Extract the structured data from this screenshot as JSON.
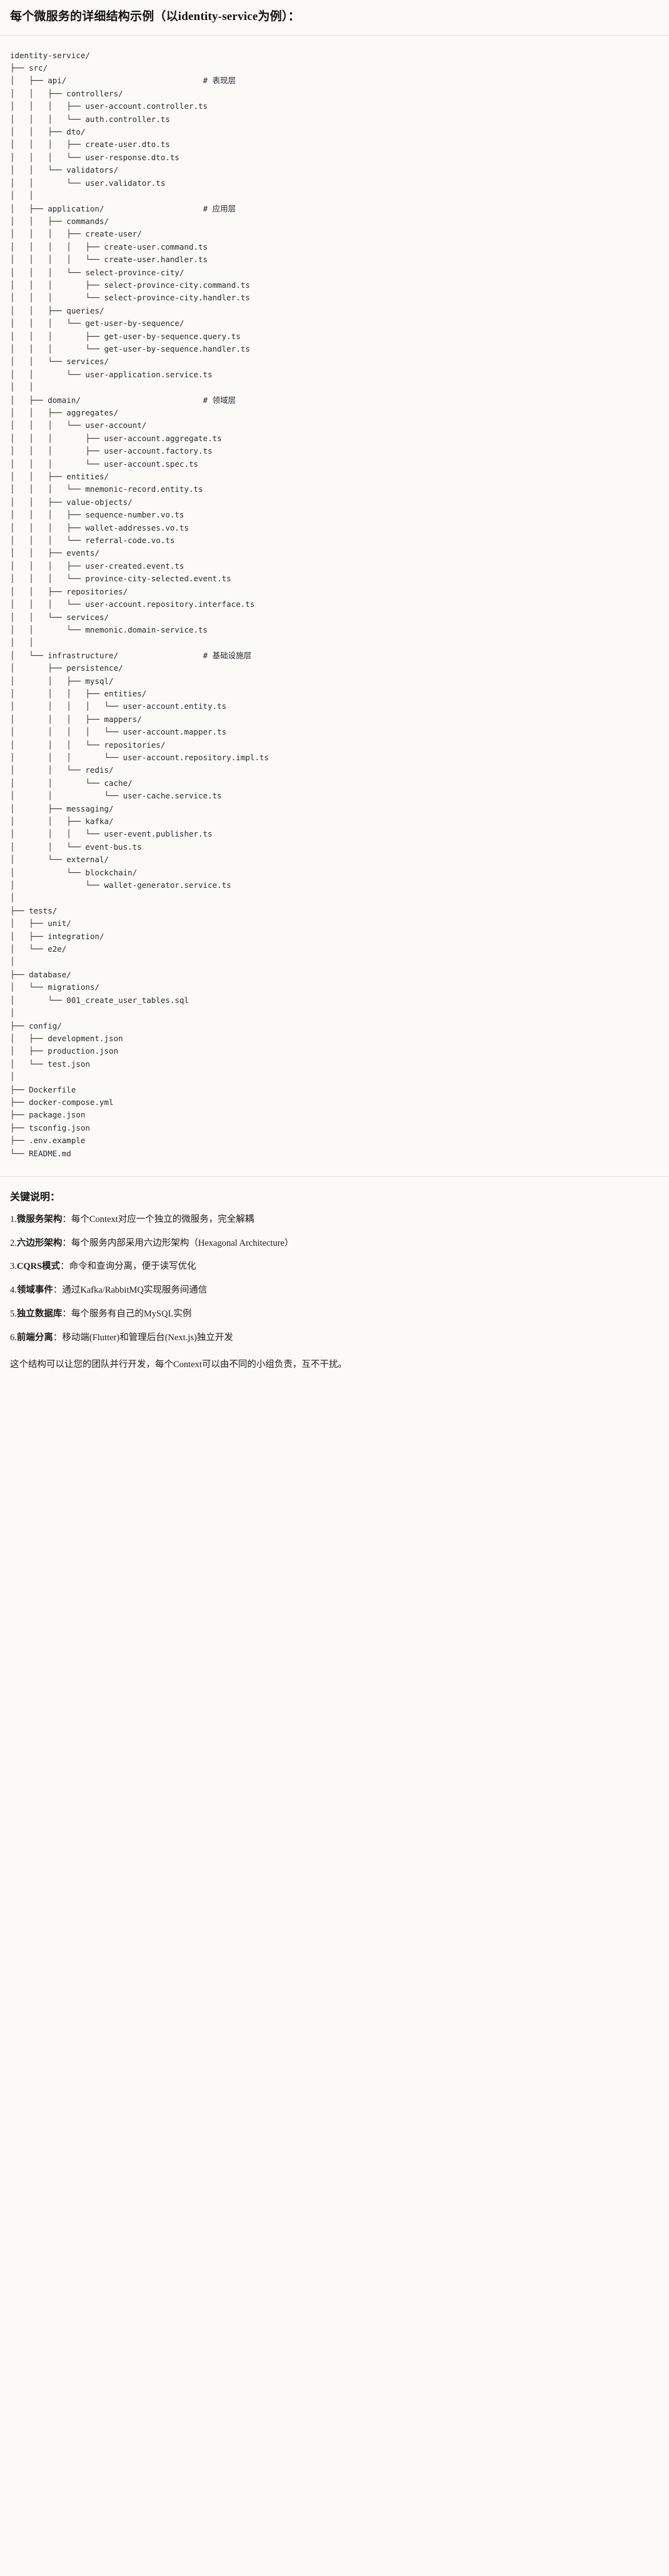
{
  "header": {
    "title": "每个微服务的详细结构示例（以identity-service为例）："
  },
  "tree": {
    "lines": [
      {
        "text": "identity-service/",
        "comment": ""
      },
      {
        "text": "├── src/",
        "comment": ""
      },
      {
        "text": "│   ├── api/",
        "comment": "# 表现层"
      },
      {
        "text": "│   │   ├── controllers/",
        "comment": ""
      },
      {
        "text": "│   │   │   ├── user-account.controller.ts",
        "comment": ""
      },
      {
        "text": "│   │   │   └── auth.controller.ts",
        "comment": ""
      },
      {
        "text": "│   │   ├── dto/",
        "comment": ""
      },
      {
        "text": "│   │   │   ├── create-user.dto.ts",
        "comment": ""
      },
      {
        "text": "│   │   │   └── user-response.dto.ts",
        "comment": ""
      },
      {
        "text": "│   │   └── validators/",
        "comment": ""
      },
      {
        "text": "│   │       └── user.validator.ts",
        "comment": ""
      },
      {
        "text": "│   │",
        "comment": ""
      },
      {
        "text": "│   ├── application/",
        "comment": "# 应用层"
      },
      {
        "text": "│   │   ├── commands/",
        "comment": ""
      },
      {
        "text": "│   │   │   ├── create-user/",
        "comment": ""
      },
      {
        "text": "│   │   │   │   ├── create-user.command.ts",
        "comment": ""
      },
      {
        "text": "│   │   │   │   └── create-user.handler.ts",
        "comment": ""
      },
      {
        "text": "│   │   │   └── select-province-city/",
        "comment": ""
      },
      {
        "text": "│   │   │       ├── select-province-city.command.ts",
        "comment": ""
      },
      {
        "text": "│   │   │       └── select-province-city.handler.ts",
        "comment": ""
      },
      {
        "text": "│   │   ├── queries/",
        "comment": ""
      },
      {
        "text": "│   │   │   └── get-user-by-sequence/",
        "comment": ""
      },
      {
        "text": "│   │   │       ├── get-user-by-sequence.query.ts",
        "comment": ""
      },
      {
        "text": "│   │   │       └── get-user-by-sequence.handler.ts",
        "comment": ""
      },
      {
        "text": "│   │   └── services/",
        "comment": ""
      },
      {
        "text": "│   │       └── user-application.service.ts",
        "comment": ""
      },
      {
        "text": "│   │",
        "comment": ""
      },
      {
        "text": "│   ├── domain/",
        "comment": "# 领域层"
      },
      {
        "text": "│   │   ├── aggregates/",
        "comment": ""
      },
      {
        "text": "│   │   │   └── user-account/",
        "comment": ""
      },
      {
        "text": "│   │   │       ├── user-account.aggregate.ts",
        "comment": ""
      },
      {
        "text": "│   │   │       ├── user-account.factory.ts",
        "comment": ""
      },
      {
        "text": "│   │   │       └── user-account.spec.ts",
        "comment": ""
      },
      {
        "text": "│   │   ├── entities/",
        "comment": ""
      },
      {
        "text": "│   │   │   └── mnemonic-record.entity.ts",
        "comment": ""
      },
      {
        "text": "│   │   ├── value-objects/",
        "comment": ""
      },
      {
        "text": "│   │   │   ├── sequence-number.vo.ts",
        "comment": ""
      },
      {
        "text": "│   │   │   ├── wallet-addresses.vo.ts",
        "comment": ""
      },
      {
        "text": "│   │   │   └── referral-code.vo.ts",
        "comment": ""
      },
      {
        "text": "│   │   ├── events/",
        "comment": ""
      },
      {
        "text": "│   │   │   ├── user-created.event.ts",
        "comment": ""
      },
      {
        "text": "│   │   │   └── province-city-selected.event.ts",
        "comment": ""
      },
      {
        "text": "│   │   ├── repositories/",
        "comment": ""
      },
      {
        "text": "│   │   │   └── user-account.repository.interface.ts",
        "comment": ""
      },
      {
        "text": "│   │   └── services/",
        "comment": ""
      },
      {
        "text": "│   │       └── mnemonic.domain-service.ts",
        "comment": ""
      },
      {
        "text": "│   │",
        "comment": ""
      },
      {
        "text": "│   └── infrastructure/",
        "comment": "# 基础设施层"
      },
      {
        "text": "│       ├── persistence/",
        "comment": ""
      },
      {
        "text": "│       │   ├── mysql/",
        "comment": ""
      },
      {
        "text": "│       │   │   ├── entities/",
        "comment": ""
      },
      {
        "text": "│       │   │   │   └── user-account.entity.ts",
        "comment": ""
      },
      {
        "text": "│       │   │   ├── mappers/",
        "comment": ""
      },
      {
        "text": "│       │   │   │   └── user-account.mapper.ts",
        "comment": ""
      },
      {
        "text": "│       │   │   └── repositories/",
        "comment": ""
      },
      {
        "text": "│       │   │       └── user-account.repository.impl.ts",
        "comment": ""
      },
      {
        "text": "│       │   └── redis/",
        "comment": ""
      },
      {
        "text": "│       │       └── cache/",
        "comment": ""
      },
      {
        "text": "│       │           └── user-cache.service.ts",
        "comment": ""
      },
      {
        "text": "│       ├── messaging/",
        "comment": ""
      },
      {
        "text": "│       │   ├── kafka/",
        "comment": ""
      },
      {
        "text": "│       │   │   └── user-event.publisher.ts",
        "comment": ""
      },
      {
        "text": "│       │   └── event-bus.ts",
        "comment": ""
      },
      {
        "text": "│       └── external/",
        "comment": ""
      },
      {
        "text": "│           └── blockchain/",
        "comment": ""
      },
      {
        "text": "│               └── wallet-generator.service.ts",
        "comment": ""
      },
      {
        "text": "│",
        "comment": ""
      },
      {
        "text": "├── tests/",
        "comment": ""
      },
      {
        "text": "│   ├── unit/",
        "comment": ""
      },
      {
        "text": "│   ├── integration/",
        "comment": ""
      },
      {
        "text": "│   └── e2e/",
        "comment": ""
      },
      {
        "text": "│",
        "comment": ""
      },
      {
        "text": "├── database/",
        "comment": ""
      },
      {
        "text": "│   └── migrations/",
        "comment": ""
      },
      {
        "text": "│       └── 001_create_user_tables.sql",
        "comment": ""
      },
      {
        "text": "│",
        "comment": ""
      },
      {
        "text": "├── config/",
        "comment": ""
      },
      {
        "text": "│   ├── development.json",
        "comment": ""
      },
      {
        "text": "│   ├── production.json",
        "comment": ""
      },
      {
        "text": "│   └── test.json",
        "comment": ""
      },
      {
        "text": "│",
        "comment": ""
      },
      {
        "text": "├── Dockerfile",
        "comment": ""
      },
      {
        "text": "├── docker-compose.yml",
        "comment": ""
      },
      {
        "text": "├── package.json",
        "comment": ""
      },
      {
        "text": "├── tsconfig.json",
        "comment": ""
      },
      {
        "text": "├── .env.example",
        "comment": ""
      },
      {
        "text": "└── README.md",
        "comment": ""
      }
    ]
  },
  "notes": {
    "title": "关键说明：",
    "items": [
      {
        "num": "1.",
        "term": "微服务架构",
        "sep": "：",
        "desc": "每个Context对应一个独立的微服务，完全解耦"
      },
      {
        "num": "2.",
        "term": "六边形架构",
        "sep": "：",
        "desc": "每个服务内部采用六边形架构（Hexagonal Architecture）"
      },
      {
        "num": "3.",
        "term": "CQRS模式",
        "sep": "：",
        "desc": "命令和查询分离，便于读写优化"
      },
      {
        "num": "4.",
        "term": "领域事件",
        "sep": "：",
        "desc": "通过Kafka/RabbitMQ实现服务间通信"
      },
      {
        "num": "5.",
        "term": "独立数据库",
        "sep": "：",
        "desc": "每个服务有自己的MySQL实例"
      },
      {
        "num": "6.",
        "term": "前端分离",
        "sep": "：",
        "desc": "移动端(Flutter)和管理后台(Next.js)独立开发"
      }
    ],
    "footer": "这个结构可以让您的团队并行开发，每个Context可以由不同的小组负责，互不干扰。"
  },
  "colors": {
    "background": "#fbfaf7",
    "text": "#1a1a1a",
    "code_text": "#24292e",
    "divider": "#e3e1dc"
  }
}
